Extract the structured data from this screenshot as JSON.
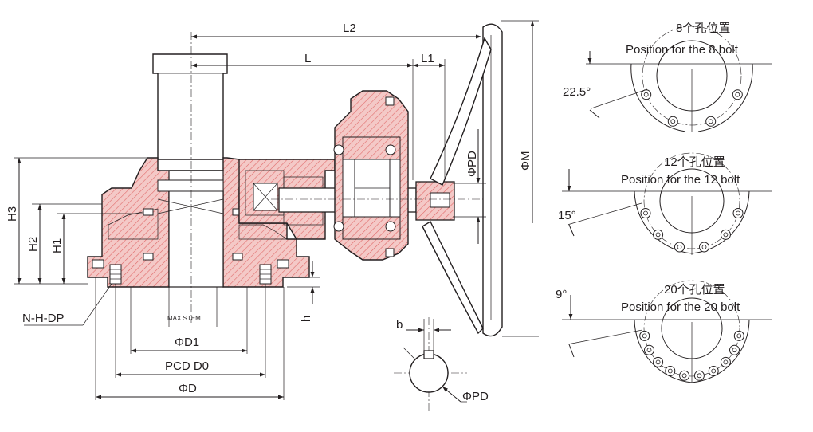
{
  "labels": {
    "L2": "L2",
    "L": "L",
    "L1": "L1",
    "PD_vertical": "ΦPD",
    "M": "ΦM",
    "H3": "H3",
    "H2": "H2",
    "H1": "H1",
    "h": "h",
    "NHDP": "N-H-DP",
    "max_stem": "MAX.STEM",
    "D1": "ΦD1",
    "PCD": "PCD D0",
    "D": "ΦD",
    "b": "b",
    "PD_shaft": "ΦPD"
  },
  "bolt_patterns": [
    {
      "cn": "8个孔位置",
      "en": "Position for the 8 bolt",
      "angle": "22.5°"
    },
    {
      "cn": "12个孔位置",
      "en": "Position for the 12 bolt",
      "angle": "15°"
    },
    {
      "cn": "20个孔位置",
      "en": "Position for the 20 bolt",
      "angle": "9°"
    }
  ],
  "colors": {
    "section_fill": "#f4c9c7",
    "hatch": "#e06a6a",
    "line": "#231f20"
  }
}
